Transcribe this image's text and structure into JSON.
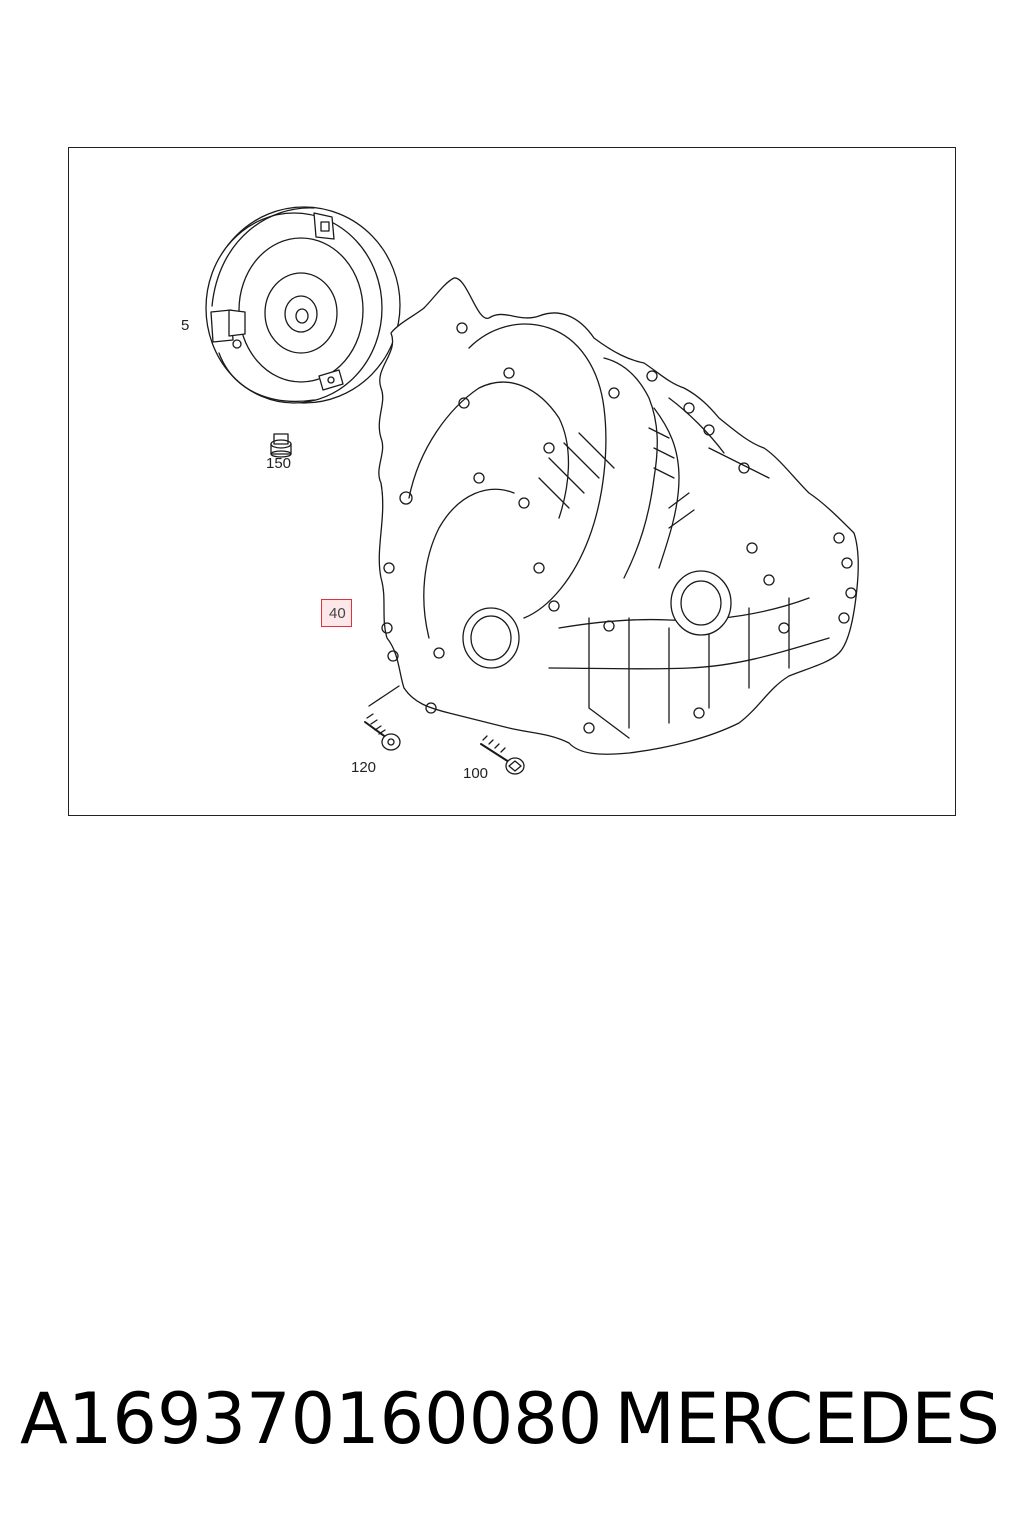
{
  "diagram": {
    "callouts": {
      "c5": "5",
      "c150": "150",
      "c40": "40",
      "c120": "120",
      "c100": "100"
    },
    "highlight_color": "#e0323a"
  },
  "footer": {
    "part_number": "A169370160080",
    "brand": "MERCEDES"
  }
}
